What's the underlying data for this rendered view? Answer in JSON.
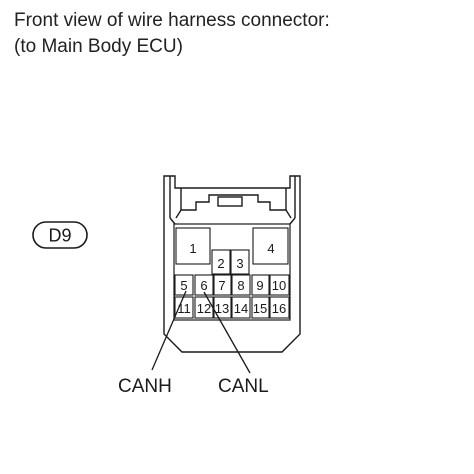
{
  "header": {
    "line1": "Front view of wire harness connector:",
    "line2": "(to Main Body ECU)"
  },
  "connector": {
    "code": "D9",
    "pins": {
      "p1": "1",
      "p2": "2",
      "p3": "3",
      "p4": "4",
      "p5": "5",
      "p6": "6",
      "p7": "7",
      "p8": "8",
      "p9": "9",
      "p10": "10",
      "p11": "11",
      "p12": "12",
      "p13": "13",
      "p14": "14",
      "p15": "15",
      "p16": "16"
    }
  },
  "callouts": {
    "canh": "CANH",
    "canl": "CANL"
  }
}
